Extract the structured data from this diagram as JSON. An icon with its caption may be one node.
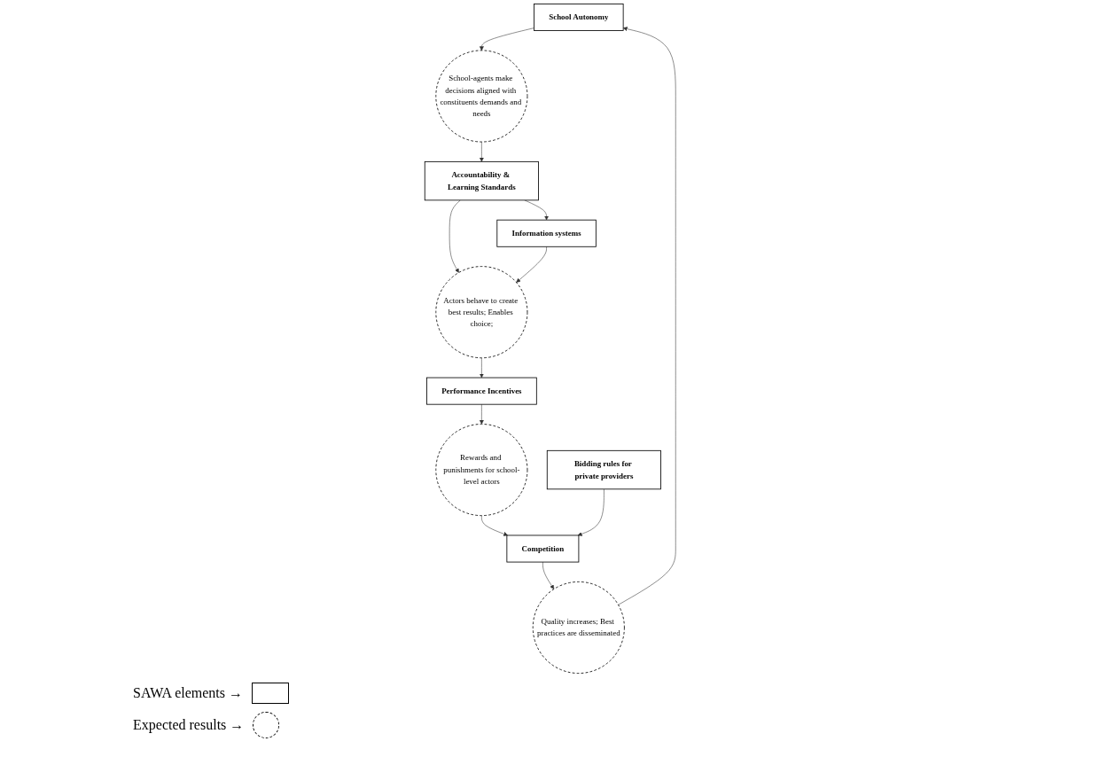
{
  "diagram": {
    "nodes": [
      {
        "text": [
          "School Autonomy"
        ]
      },
      {
        "text": [
          "School-agents make decisions aligned with constituents demands and needs"
        ]
      },
      {
        "text": [
          "Accountability & Learning Standards"
        ]
      },
      {
        "text": [
          "Information systems"
        ]
      },
      {
        "text": [
          "Actors behave to create best results; Enables choice;"
        ]
      },
      {
        "text": [
          "Performance Incentives"
        ]
      },
      {
        "text": [
          "Rewards and punishments for school-level actors"
        ]
      },
      {
        "text": [
          "Competition"
        ]
      },
      {
        "text": [
          "Bidding rules for private providers"
        ]
      },
      {
        "text": [
          "Quality increases; Best practices are disseminated"
        ]
      }
    ],
    "edges": [
      {
        "from": 0,
        "to": 1,
        "arrow": "to"
      },
      {
        "from": 1,
        "to": 2,
        "arrow": "to"
      },
      {
        "from": 2,
        "to": 3,
        "arrow": "to"
      },
      {
        "from": 2,
        "to": 4,
        "arrow": "to"
      },
      {
        "from": 3,
        "to": 4,
        "arrow": "to"
      },
      {
        "from": 4,
        "to": 5,
        "arrow": "to"
      },
      {
        "from": 5,
        "to": 6,
        "arrow": "to"
      },
      {
        "from": 6,
        "to": 7,
        "arrow": "to"
      },
      {
        "from": 8,
        "to": 7,
        "arrow": "to"
      },
      {
        "from": 7,
        "to": 9,
        "arrow": "to"
      },
      {
        "from": 9,
        "to": 0,
        "arrow": "to"
      }
    ],
    "legend": [
      {
        "text": "SAWA elements →"
      },
      {
        "text": "Expected results →"
      }
    ]
  }
}
